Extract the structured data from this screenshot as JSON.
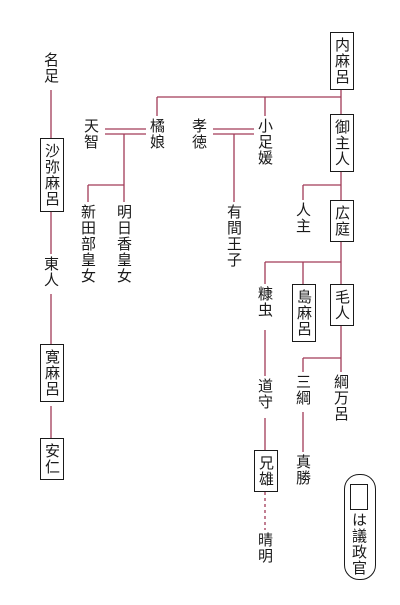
{
  "people": {
    "uchimaro": "内麻呂",
    "mikushihito": "御主人",
    "hironiwa": "広庭",
    "emishi": "毛人",
    "shimamaro": "島麻呂",
    "tsunamaro": "綱万呂",
    "mitsuna": "三綱",
    "makachi": "真勝",
    "nukamushi": "糠虫",
    "michimori": "道守",
    "eo": "兄雄",
    "harumei": "晴明",
    "hitonushi": "人主",
    "oashihime": "小足媛",
    "kotoku": "孝徳",
    "arima": "有間王子",
    "tachibana": "橘娘",
    "tenchi": "天智",
    "asuka": "明日香皇女",
    "niitabe": "新田部皇女",
    "natari": "名足",
    "shamimaro": "沙弥麻呂",
    "azumahito": "東人",
    "hiromaro": "寛麻呂",
    "anjin": "安仁"
  },
  "legend": {
    "label": "は議政官"
  },
  "colors": {
    "line": "#a23a57",
    "text": "#1a1a1a",
    "box_border": "#1a1a1a"
  }
}
